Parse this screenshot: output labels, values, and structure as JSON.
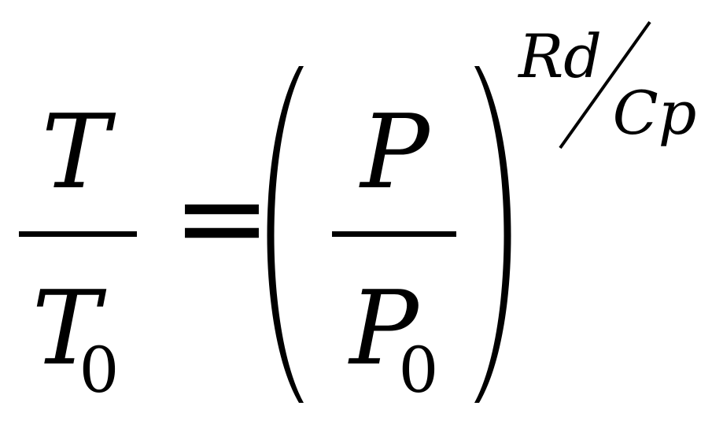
{
  "formula": {
    "lhs": {
      "numerator": "T",
      "denominator": "T",
      "denominator_subscript": "0"
    },
    "equals": "=",
    "rhs": {
      "numerator": "P",
      "denominator": "P",
      "denominator_subscript": "0",
      "exponent": {
        "numerator": "Rd",
        "denominator": "Cp"
      }
    }
  }
}
